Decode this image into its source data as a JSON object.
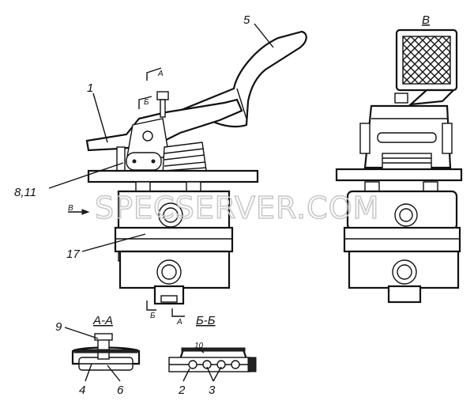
{
  "watermark": "SPECSERVER.COM",
  "view_label": "В",
  "section_labels": {
    "aa": "А-А",
    "bb": "Б-Б"
  },
  "cut_marks": {
    "a_top": "А",
    "b_top": "Б",
    "a_bottom": "А",
    "b_bottom": "Б",
    "v_arrow": "В"
  },
  "callouts": {
    "c1": "1",
    "c5": "5",
    "c8_11": "8,11",
    "c17": "17",
    "c9": "9",
    "c4": "4",
    "c6": "6",
    "c10": "10",
    "c2": "2",
    "c3": "3"
  }
}
